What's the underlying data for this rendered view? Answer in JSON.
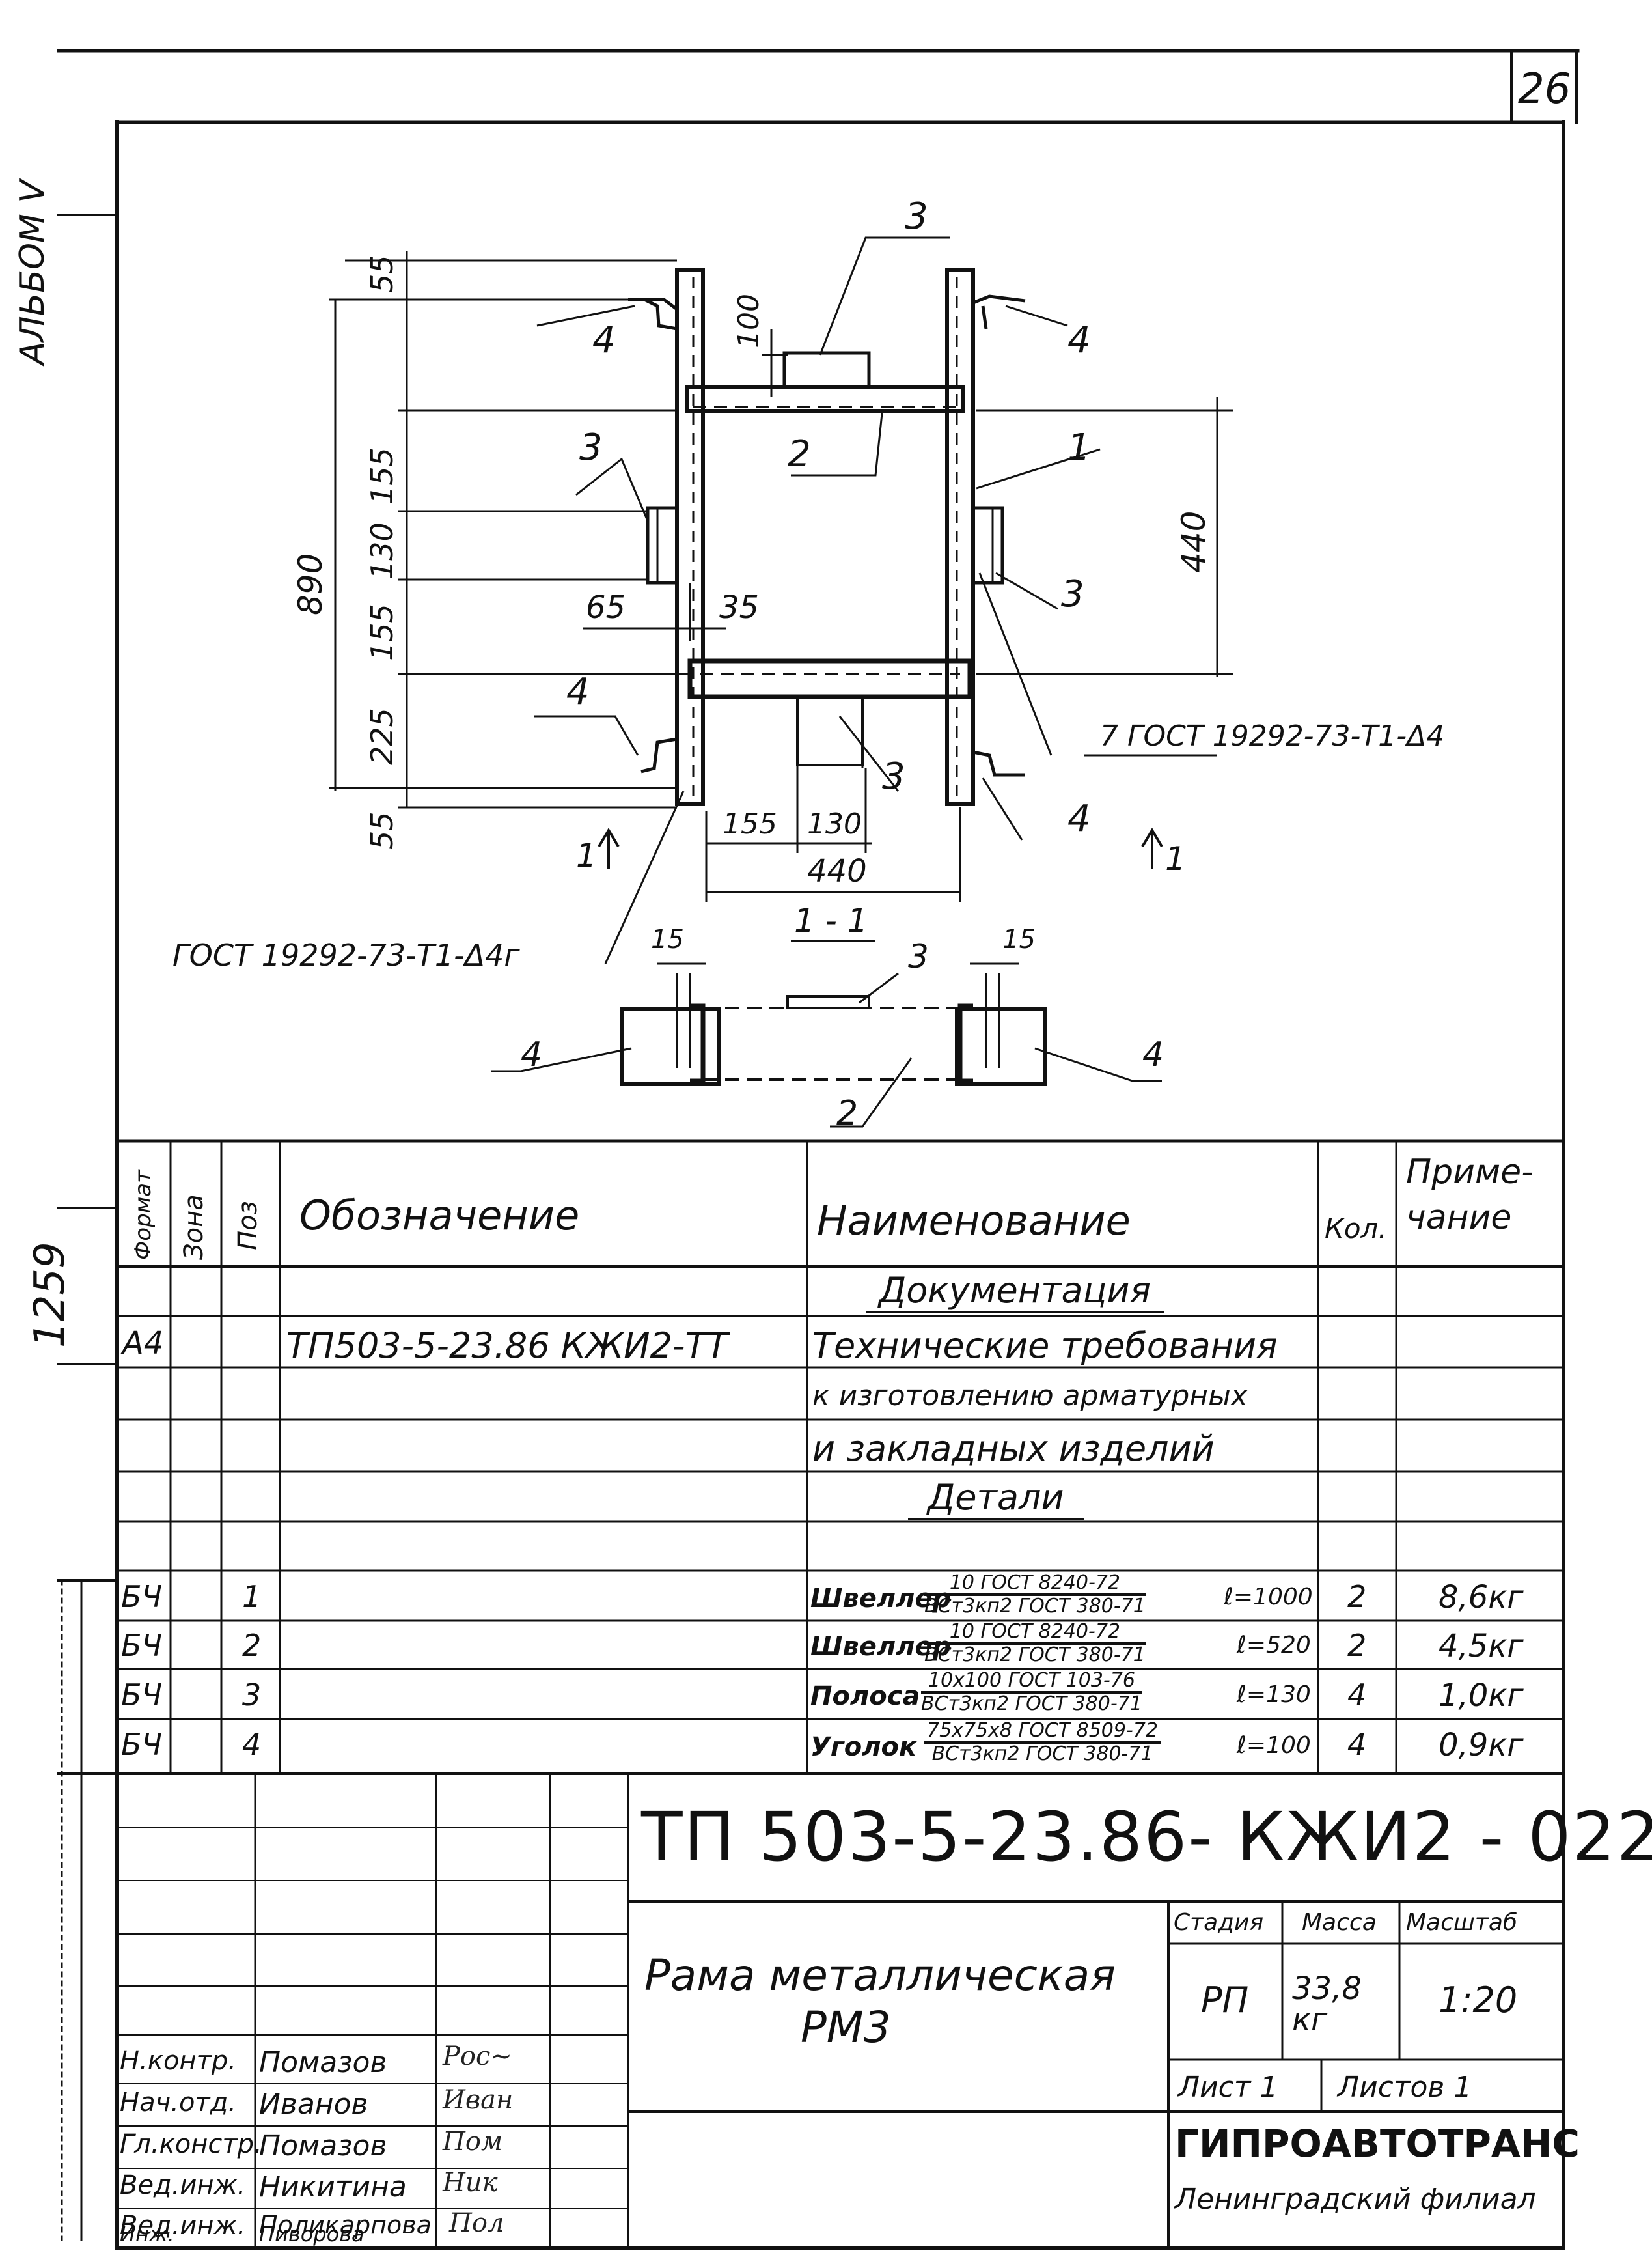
{
  "sheet": {
    "sheet_number": "26",
    "left_margin_text": "1259",
    "left_margin_fragment": "АЛЬБОМ V"
  },
  "drawing": {
    "main_view": {
      "dimensions_vertical": [
        "55",
        "890",
        "155",
        "130",
        "155",
        "225",
        "55"
      ],
      "dim_100": "100",
      "dim_65": "65",
      "dim_35": "35",
      "dim_440_right": "440",
      "dim_155_bottom": "155",
      "dim_130_bottom": "130",
      "dim_440_bottom": "440",
      "position_callouts": [
        "1",
        "2",
        "3",
        "3",
        "3",
        "3",
        "4",
        "4",
        "4",
        "4"
      ],
      "weld_note_right": "7 ГОСТ 19292-73-Т1-Δ4",
      "weld_note_left": "ГОСТ 19292-73-Т1-Δ4г",
      "section_mark_left": "1",
      "section_mark_right": "1"
    },
    "section_view": {
      "title": "1 - 1",
      "dim_15_left": "15",
      "dim_15_right": "15",
      "callout_3": "3",
      "callout_4_left": "4",
      "callout_4_right": "4",
      "callout_2": "2"
    }
  },
  "spec_table": {
    "headers": {
      "format": "Формат",
      "zone": "Зона",
      "pos": "Поз",
      "designation": "Обозначение",
      "name": "Наименование",
      "qty": "Кол.",
      "note_line1": "Приме-",
      "note_line2": "чание"
    },
    "section_documentation": "Документация",
    "doc_row": {
      "format": "А4",
      "designation": "ТП503-5-23.86 КЖИ2-ТТ",
      "name_lines": [
        "Технические требования",
        "к изготовлению арматурных",
        "и закладных изделий"
      ]
    },
    "section_details": "Детали",
    "items": [
      {
        "format": "БЧ",
        "pos": "1",
        "prefix": "Швеллер",
        "frac_top": "10 ГОСТ 8240-72",
        "frac_bot": "ВСт3кп2 ГОСТ 380-71",
        "length": "ℓ=1000",
        "qty": "2",
        "note": "8,6кг"
      },
      {
        "format": "БЧ",
        "pos": "2",
        "prefix": "Швеллер",
        "frac_top": "10 ГОСТ 8240-72",
        "frac_bot": "ВСт3кп2 ГОСТ 380-71",
        "length": "ℓ=520",
        "qty": "2",
        "note": "4,5кг"
      },
      {
        "format": "БЧ",
        "pos": "3",
        "prefix": "Полоса",
        "frac_top": "10х100 ГОСТ 103-76",
        "frac_bot": "ВСт3кп2 ГОСТ 380-71",
        "length": "ℓ=130",
        "qty": "4",
        "note": "1,0кг"
      },
      {
        "format": "БЧ",
        "pos": "4",
        "prefix": "Уголок",
        "frac_top": "75х75х8 ГОСТ 8509-72",
        "frac_bot": "ВСт3кп2 ГОСТ 380-71",
        "length": "ℓ=100",
        "qty": "4",
        "note": "0,9кг"
      }
    ]
  },
  "title_block": {
    "document_code": "ТП 503-5-23.86- КЖИ2 - 022",
    "title_line1": "Рама металлическая",
    "title_line2": "РМ3",
    "stage_label": "Стадия",
    "mass_label": "Масса",
    "scale_label": "Масштаб",
    "stage": "РП",
    "mass": "33,8 кг",
    "scale": "1:20",
    "sheet_label": "Лист 1",
    "sheets_label": "Листов 1",
    "organization": "ГИПРОАВТОТРАНС",
    "branch": "Ленинградский филиал",
    "signatures": [
      {
        "role": "Н.контр.",
        "name": "Помазов"
      },
      {
        "role": "Нач.отд.",
        "name": "Иванов"
      },
      {
        "role": "Гл.констр.",
        "name": "Помазов"
      },
      {
        "role": "Вед.инж.",
        "name": "Никитина"
      },
      {
        "role": "Вед.инж.",
        "name": "Поликарпова"
      },
      {
        "role": "Инж.",
        "name": "Пиворова"
      }
    ]
  }
}
